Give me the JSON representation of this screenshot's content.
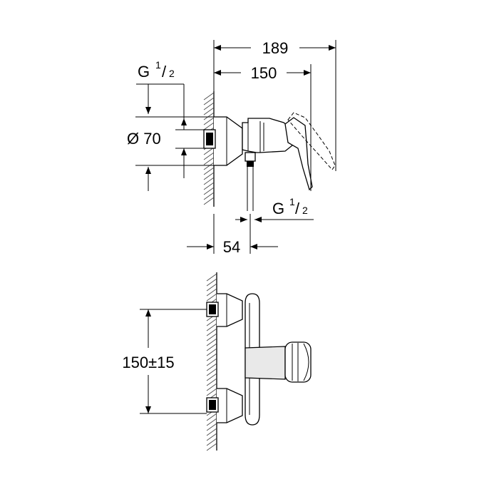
{
  "dimensions": {
    "overall_length": "189",
    "body_length": "150",
    "inlet_thread_label": "G",
    "inlet_thread_num": "1",
    "inlet_thread_den": "2",
    "rosette_diameter": "Ø 70",
    "outlet_thread_label": "G",
    "outlet_thread_num": "1",
    "outlet_thread_den": "2",
    "outlet_offset": "54",
    "centre_distance": "150±15"
  },
  "colors": {
    "line": "#000000",
    "background": "#ffffff",
    "shade": "#e9e9e9"
  }
}
